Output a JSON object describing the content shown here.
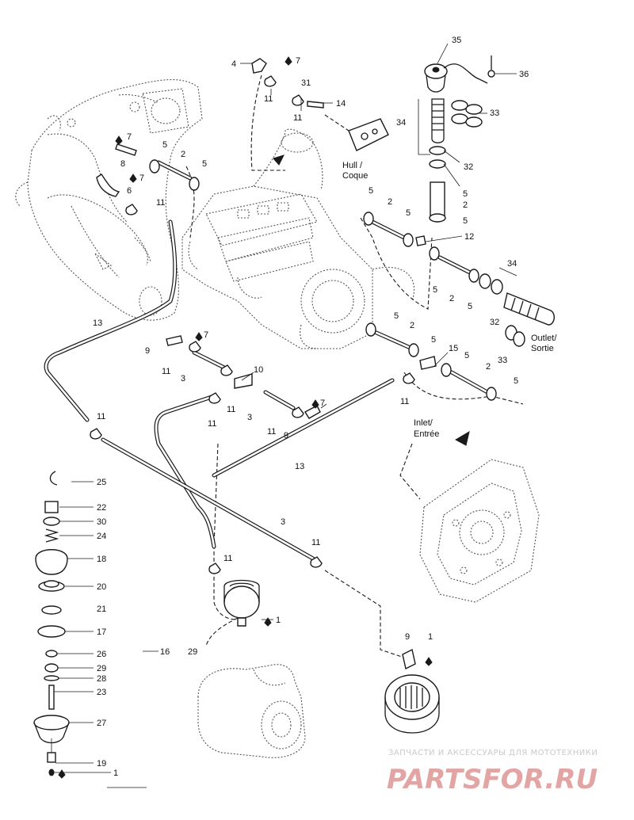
{
  "labels": {
    "hull": "Hull /",
    "coque": "Coque",
    "inlet": "Inlet/",
    "entree": "Entrée",
    "outlet": "Outlet/",
    "sortie": "Sortie"
  },
  "callouts": {
    "p1": "1",
    "p2": "2",
    "p3": "3",
    "p4": "4",
    "p5": "5",
    "p6": "6",
    "p7": "7",
    "p8": "8",
    "p9": "9",
    "p10": "10",
    "p11": "11",
    "p12": "12",
    "p13": "13",
    "p14": "14",
    "p15": "15",
    "p16": "16",
    "p17": "17",
    "p18": "18",
    "p19": "19",
    "p20": "20",
    "p21": "21",
    "p22": "22",
    "p23": "23",
    "p24": "24",
    "p25": "25",
    "p26": "26",
    "p27": "27",
    "p28": "28",
    "p29": "29",
    "p30": "30",
    "p31": "31",
    "p32": "32",
    "p33": "33",
    "p34": "34",
    "p35": "35",
    "p36": "36"
  },
  "watermark": {
    "caption": "ЗАПЧАСТИ И АКСЕССУАРЫ ДЛЯ МОТОТЕХНИКИ",
    "brand": "PARTSFOR.RU"
  },
  "colors": {
    "line": "#1a1a1a",
    "watermark_text": "#c9c9c9",
    "watermark_brand": "#e3a4a4"
  }
}
